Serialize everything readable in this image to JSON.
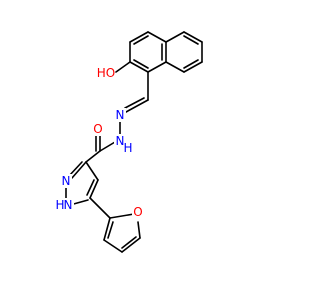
{
  "structure": {
    "colors": {
      "carbon_bond": "#000000",
      "oxygen": "#ff0000",
      "nitrogen": "#0000ff",
      "background": "#ffffff"
    },
    "atom_labels": {
      "hydroxyl_oxygen": "HO",
      "hydrazone_n1": "N",
      "hydrazone_n2": "N",
      "amide_nh": "H",
      "carbonyl_oxygen": "O",
      "pyrazole_n": "N",
      "pyrazole_nh": "N",
      "pyrazole_nh_h": "H",
      "furan_oxygen": "O"
    }
  }
}
